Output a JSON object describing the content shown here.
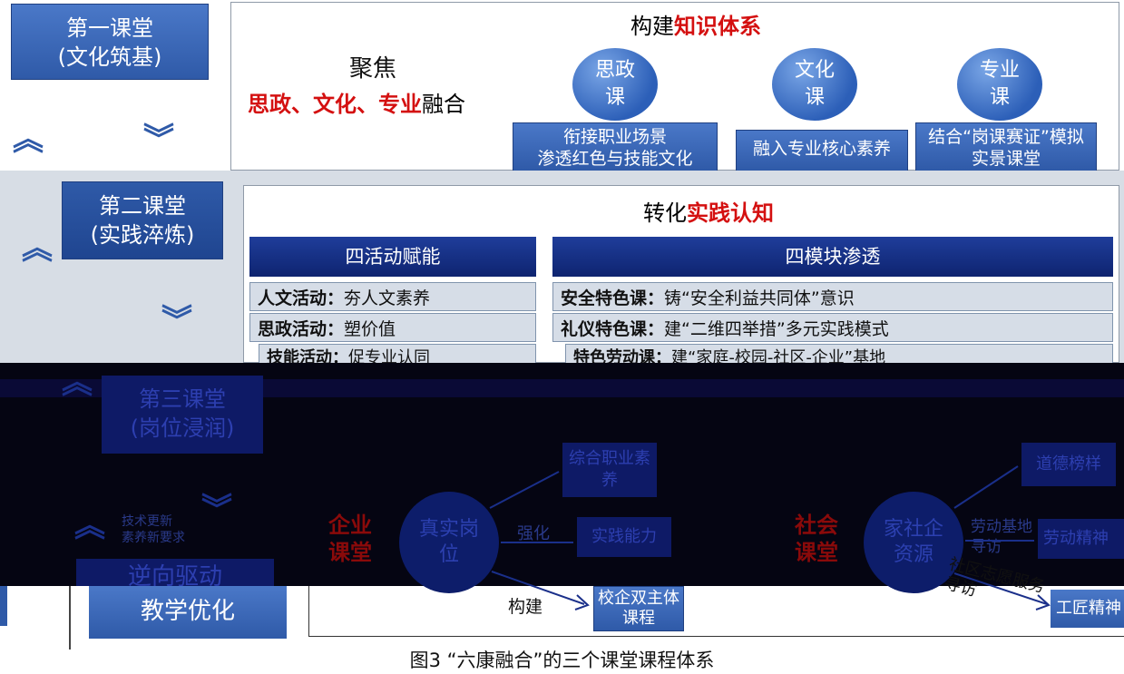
{
  "class1": {
    "title_line1": "第一课堂",
    "title_line2": "(文化筑基)",
    "header_pre": "构建",
    "header_red": "知识体系",
    "focus_line1": "聚焦",
    "focus_red": "思政、文化、专业",
    "focus_tail": "融合",
    "circles": [
      {
        "l1": "思政",
        "l2": "课"
      },
      {
        "l1": "文化",
        "l2": "课"
      },
      {
        "l1": "专业",
        "l2": "课"
      }
    ],
    "captions": [
      {
        "l1": "衔接职业场景",
        "l2": "渗透红色与技能文化"
      },
      {
        "l1": "融入专业核心素养",
        "l2": ""
      },
      {
        "l1": "结合“岗课赛证”模拟",
        "l2": "实景课堂"
      }
    ]
  },
  "class2": {
    "title_line1": "第二课堂",
    "title_line2": "(实践淬炼)",
    "header_pre": "转化",
    "header_red": "实践认知",
    "left_header": "四活动赋能",
    "right_header": "四模块渗透",
    "left_rows": [
      {
        "k": "人文活动",
        "v": "夯人文素养"
      },
      {
        "k": "思政活动",
        "v": "塑价值"
      },
      {
        "k": "技能活动",
        "v": "促专业认同"
      }
    ],
    "right_rows": [
      {
        "k": "安全特色课",
        "v": "铸“安全利益共同体”意识"
      },
      {
        "k": "礼仪特色课",
        "v": "建“二维四举措”多元实践模式"
      },
      {
        "k": "特色劳动课",
        "v": "建“家庭-校园-社区-企业”基地"
      }
    ]
  },
  "class3": {
    "title_line1": "第三课堂",
    "title_line2": "(岗位浸润)",
    "left_note_l1": "技术更新",
    "left_note_l2": "素养新要求",
    "reverse_label": "逆向驱动",
    "optimize_label": "教学优化",
    "enterprise_l1": "企业",
    "enterprise_l2": "课堂",
    "enterprise_circle_l1": "真实岗",
    "enterprise_circle_l2": "位",
    "e_targets": [
      "综合职业素养",
      "实践能力",
      "校企双主体课程"
    ],
    "e_arrow_labels": [
      "强化",
      "构建"
    ],
    "society_l1": "社会",
    "society_l2": "课堂",
    "society_circle_l1": "家社企",
    "society_circle_l2": "资源",
    "s_targets": [
      "道德榜样",
      "劳动精神",
      "工匠精神"
    ],
    "s_arrow_labels": [
      "劳动基地寻访",
      "社区志愿服务寻访"
    ]
  },
  "caption": "图3 “六康融合”的三个课堂课程体系",
  "colors": {
    "accent_blue": "#2f5aa8",
    "dark_blue": "#14308a",
    "red": "#d41010"
  }
}
